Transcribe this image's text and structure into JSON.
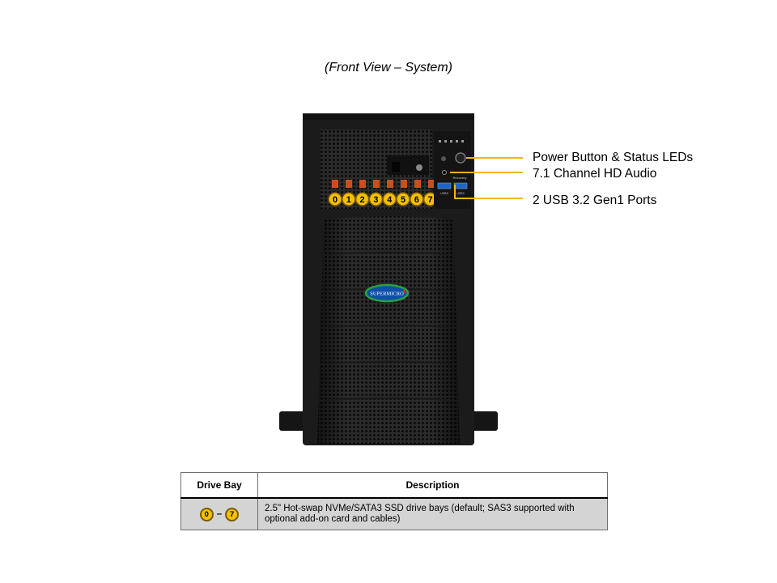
{
  "caption": "(Front View – System)",
  "callouts": {
    "power": "Power Button & Status LEDs",
    "audio": "7.1 Channel HD Audio",
    "usb": "2 USB 3.2 Gen1 Ports"
  },
  "bays": [
    "0",
    "1",
    "2",
    "3",
    "4",
    "5",
    "6",
    "7"
  ],
  "logo_text": "SUPERMICRO",
  "usb_labels": [
    "USB3",
    "USB3"
  ],
  "panel_label": "Recovery",
  "colors": {
    "badge_fill": "#f5c000",
    "callout_line": "#f5b800",
    "chassis": "#1b1b1b",
    "drive_latch": "#c8501c",
    "usb_port": "#1e64c8",
    "logo_ring": "#2aa040"
  },
  "legend": {
    "headers": [
      "Drive Bay",
      "Description"
    ],
    "row": {
      "from": "0",
      "dash": "–",
      "to": "7",
      "description": "2.5\" Hot-swap NVMe/SATA3  SSD drive bays (default; SAS3 supported with optional add-on card and cables)"
    }
  }
}
